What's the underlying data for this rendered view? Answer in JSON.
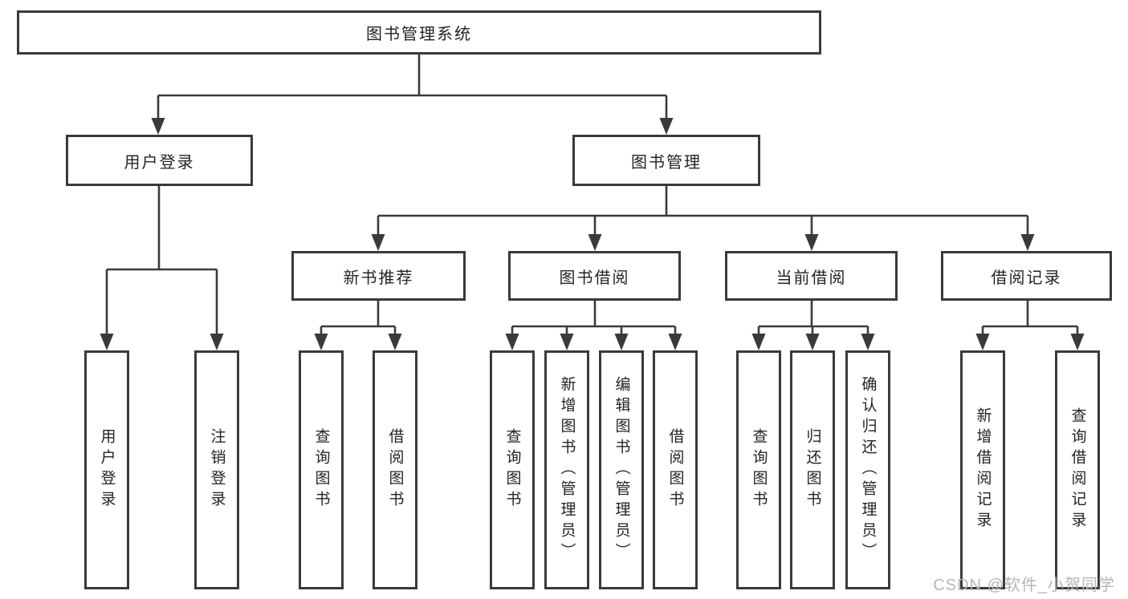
{
  "colors": {
    "line": "#3a3a3a",
    "box_border": "#3a3a3a",
    "text": "#242424",
    "watermark": "#b6b6b6",
    "background": "#ffffff"
  },
  "nodes": {
    "root": {
      "label": "图书管理系统"
    },
    "user_login": {
      "label": "用户登录",
      "children": [
        {
          "label": "用户登录"
        },
        {
          "label": "注销登录"
        }
      ]
    },
    "book_management": {
      "label": "图书管理"
    },
    "new_book_recommend": {
      "label": "新书推荐",
      "children": [
        {
          "label": "查询图书"
        },
        {
          "label": "借阅图书"
        }
      ]
    },
    "book_borrow": {
      "label": "图书借阅",
      "children": [
        {
          "label": "查询图书"
        },
        {
          "label": "新增图书（管理员）"
        },
        {
          "label": "编辑图书（管理员）"
        },
        {
          "label": "借阅图书"
        }
      ]
    },
    "current_borrow": {
      "label": "当前借阅",
      "children": [
        {
          "label": "查询图书"
        },
        {
          "label": "归还图书"
        },
        {
          "label": "确认归还（管理员）"
        }
      ]
    },
    "borrow_records": {
      "label": "借阅记录",
      "children": [
        {
          "label": "新增借阅记录"
        },
        {
          "label": "查询借阅记录"
        }
      ]
    }
  },
  "watermark": {
    "text": "CSDN @软件_小贺同学"
  }
}
